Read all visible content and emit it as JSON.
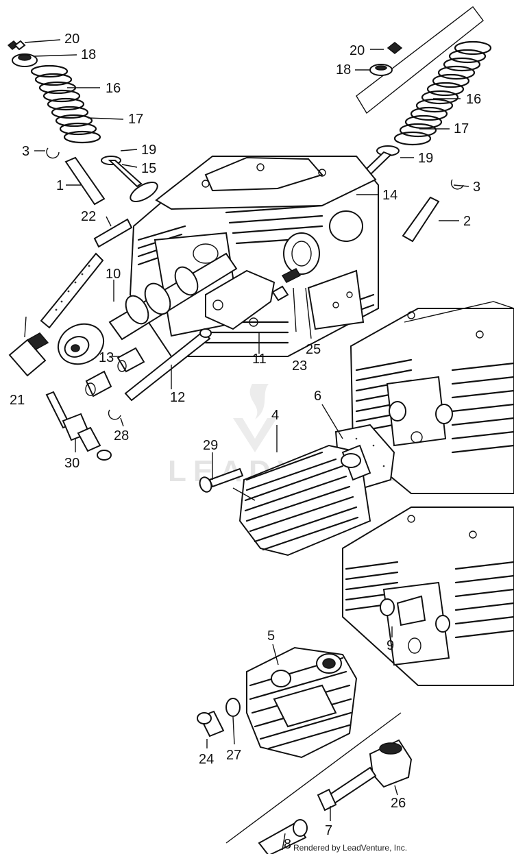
{
  "watermark": "LEADVENTURE",
  "credit": "Rendered by LeadVenture, Inc.",
  "callouts": [
    {
      "id": "20",
      "side": "left"
    },
    {
      "id": "18",
      "side": "left"
    },
    {
      "id": "16",
      "side": "left"
    },
    {
      "id": "17",
      "side": "left"
    },
    {
      "id": "3",
      "side": "left"
    },
    {
      "id": "19",
      "side": "left"
    },
    {
      "id": "15",
      "side": "left"
    },
    {
      "id": "1",
      "side": "left"
    },
    {
      "id": "22",
      "side": "left"
    },
    {
      "id": "10",
      "side": "left"
    },
    {
      "id": "13",
      "side": "left"
    },
    {
      "id": "21",
      "side": "left"
    },
    {
      "id": "12",
      "side": "left"
    },
    {
      "id": "11",
      "side": "left"
    },
    {
      "id": "23",
      "side": "left"
    },
    {
      "id": "25",
      "side": "left"
    },
    {
      "id": "28",
      "side": "left"
    },
    {
      "id": "30",
      "side": "left"
    },
    {
      "id": "20",
      "side": "right"
    },
    {
      "id": "18",
      "side": "right"
    },
    {
      "id": "16",
      "side": "right"
    },
    {
      "id": "17",
      "side": "right"
    },
    {
      "id": "19",
      "side": "right"
    },
    {
      "id": "14",
      "side": "right"
    },
    {
      "id": "3",
      "side": "right"
    },
    {
      "id": "2",
      "side": "right"
    },
    {
      "id": "6",
      "side": "center"
    },
    {
      "id": "4",
      "side": "center"
    },
    {
      "id": "29",
      "side": "center"
    },
    {
      "id": "9",
      "side": "right"
    },
    {
      "id": "5",
      "side": "center"
    },
    {
      "id": "24",
      "side": "center"
    },
    {
      "id": "27",
      "side": "center"
    },
    {
      "id": "26",
      "side": "right"
    },
    {
      "id": "7",
      "side": "center"
    },
    {
      "id": "8",
      "side": "center"
    }
  ]
}
